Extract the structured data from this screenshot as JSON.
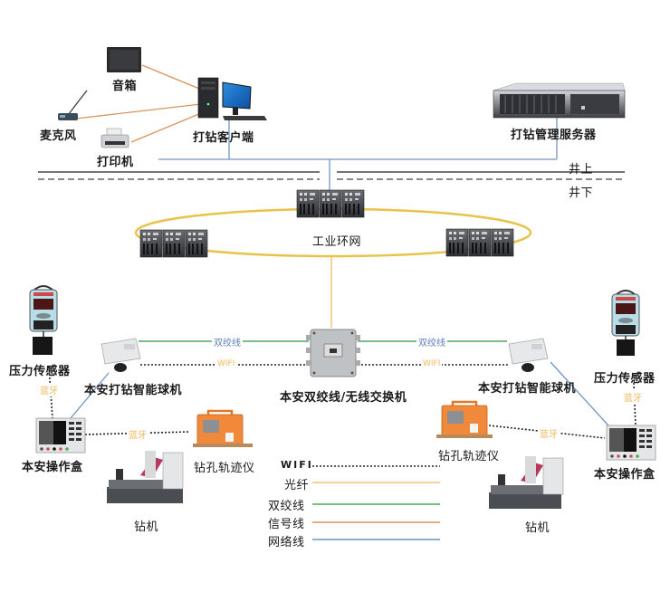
{
  "title": "打钻智能管控系统网络拓扑",
  "surface": {
    "speaker": "音箱",
    "microphone": "麦克风",
    "printer": "打印机",
    "client": "打钻客户端",
    "server": "打钻管理服务器",
    "above_ground": "井上",
    "below_ground": "井下"
  },
  "ring": {
    "label": "工业环网"
  },
  "underground": {
    "switch": "本安双绞线/无线交换机",
    "left_camera": "本安打钻智能球机",
    "right_camera": "本安打钻智能球机",
    "left_pressure": "压力传感器",
    "right_pressure": "压力传感器",
    "left_operation_box": "本安操作盒",
    "right_operation_box": "本安操作盒",
    "left_trajectory": "钻孔轨迹仪",
    "right_trajectory": "钻孔轨迹仪",
    "left_drill": "钻机",
    "right_drill": "钻机",
    "twisted_pair_left": "双绞线",
    "twisted_pair_right": "双绞线",
    "wifi_left": "WIFI",
    "wifi_right": "WIFI",
    "bluetooth": "蓝牙"
  },
  "legend": {
    "items": [
      {
        "label": "WIFI",
        "style": "dotted",
        "color": "#222222"
      },
      {
        "label": "光纤",
        "style": "solid",
        "color": "#f2c27a"
      },
      {
        "label": "双绞线",
        "style": "solid",
        "color": "#4aa865"
      },
      {
        "label": "信号线",
        "style": "solid",
        "color": "#d9935a"
      },
      {
        "label": "网络线",
        "style": "solid",
        "color": "#6f95c8"
      }
    ]
  },
  "colors": {
    "fiber": "#f2c27a",
    "ring": "#e8c24a",
    "twisted_pair": "#4aa865",
    "signal": "#d9935a",
    "network": "#6f95c8",
    "wifi": "#222222",
    "bluetooth_text": "#f0b860"
  }
}
